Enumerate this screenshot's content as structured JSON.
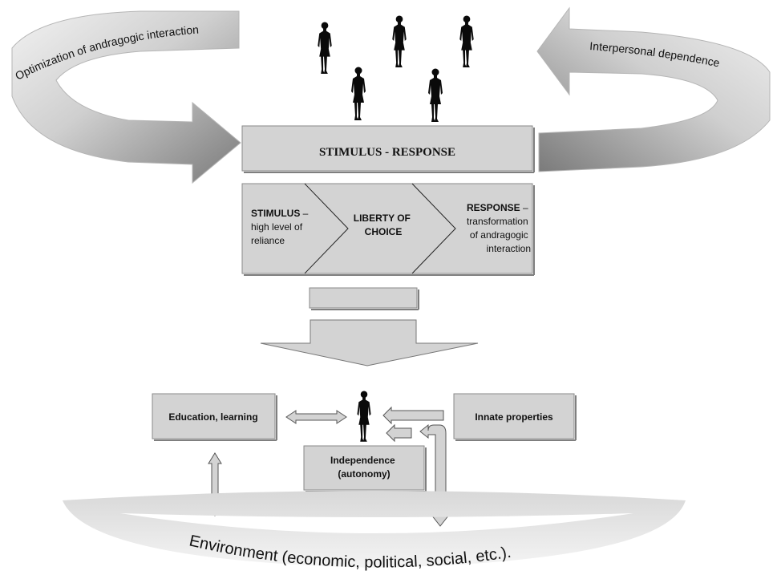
{
  "diagram": {
    "top_left_arrow": {
      "label": "Optimization of andragogic interaction"
    },
    "top_right_arrow": {
      "label": "Interpersonal dependence"
    },
    "stimulus_response_box": {
      "label": "STIMULUS - RESPONSE"
    },
    "chevron_process": {
      "stimulus": {
        "title": "STIMULUS",
        "dash": " –",
        "line1": "high level of",
        "line2": "reliance"
      },
      "liberty": {
        "line1": "LIBERTY OF",
        "line2": "CHOICE"
      },
      "response": {
        "title": "RESPONSE",
        "dash": " –",
        "line1": "transformation",
        "line2": "of andragogic",
        "line3": "interaction"
      }
    },
    "education_box": {
      "label": "Education, learning"
    },
    "innate_box": {
      "label": "Innate properties"
    },
    "independence_box": {
      "line1": "Independence",
      "line2": "(autonomy)"
    },
    "environment_arc": {
      "label": "Environment (economic, political, social, etc.)."
    }
  },
  "colors": {
    "box_fill": "#d3d3d3",
    "box_border": "#8a8a8a",
    "arrow_light": "#e8e8e8",
    "arrow_dark": "#7a7a7a",
    "figure": "#0a0a0a"
  },
  "icons": {
    "person": "standing-woman-silhouette-icon",
    "double_arrow": "double-headed-arrow-icon",
    "big_down_arrow": "block-down-arrow-icon"
  }
}
